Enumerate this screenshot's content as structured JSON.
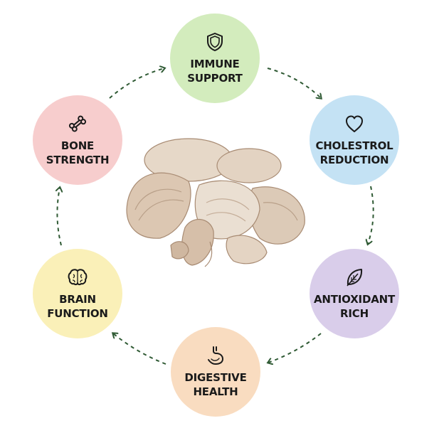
{
  "nodes": [
    {
      "id": "immune",
      "line1": "IMMUNE",
      "line2": "SUPPORT",
      "color": "#d3ecbd",
      "icon": "shield-icon"
    },
    {
      "id": "cholesterol",
      "line1": "CHOLESTROL",
      "line2": "REDUCTION",
      "color": "#c4e2f4",
      "icon": "heart-icon"
    },
    {
      "id": "antioxidant",
      "line1": "ANTIOXIDANT",
      "line2": "RICH",
      "color": "#d9cdea",
      "icon": "leaf-icon"
    },
    {
      "id": "digestive",
      "line1": "DIGESTIVE",
      "line2": "HEALTH",
      "color": "#f9dcc0",
      "icon": "stomach-icon"
    },
    {
      "id": "brain",
      "line1": "BRAIN",
      "line2": "FUNCTION",
      "color": "#faf0b8",
      "icon": "brain-icon"
    },
    {
      "id": "bone",
      "line1": "BONE",
      "line2": "STRENGTH",
      "color": "#f7cdcd",
      "icon": "bone-icon"
    }
  ],
  "colors": {
    "arrow": "#2f5a34",
    "ink": "#1a1a1a",
    "mushroom_light": "#eadfd2",
    "mushroom_dark": "#b89f88"
  },
  "center_image": "oyster-mushroom-cluster"
}
